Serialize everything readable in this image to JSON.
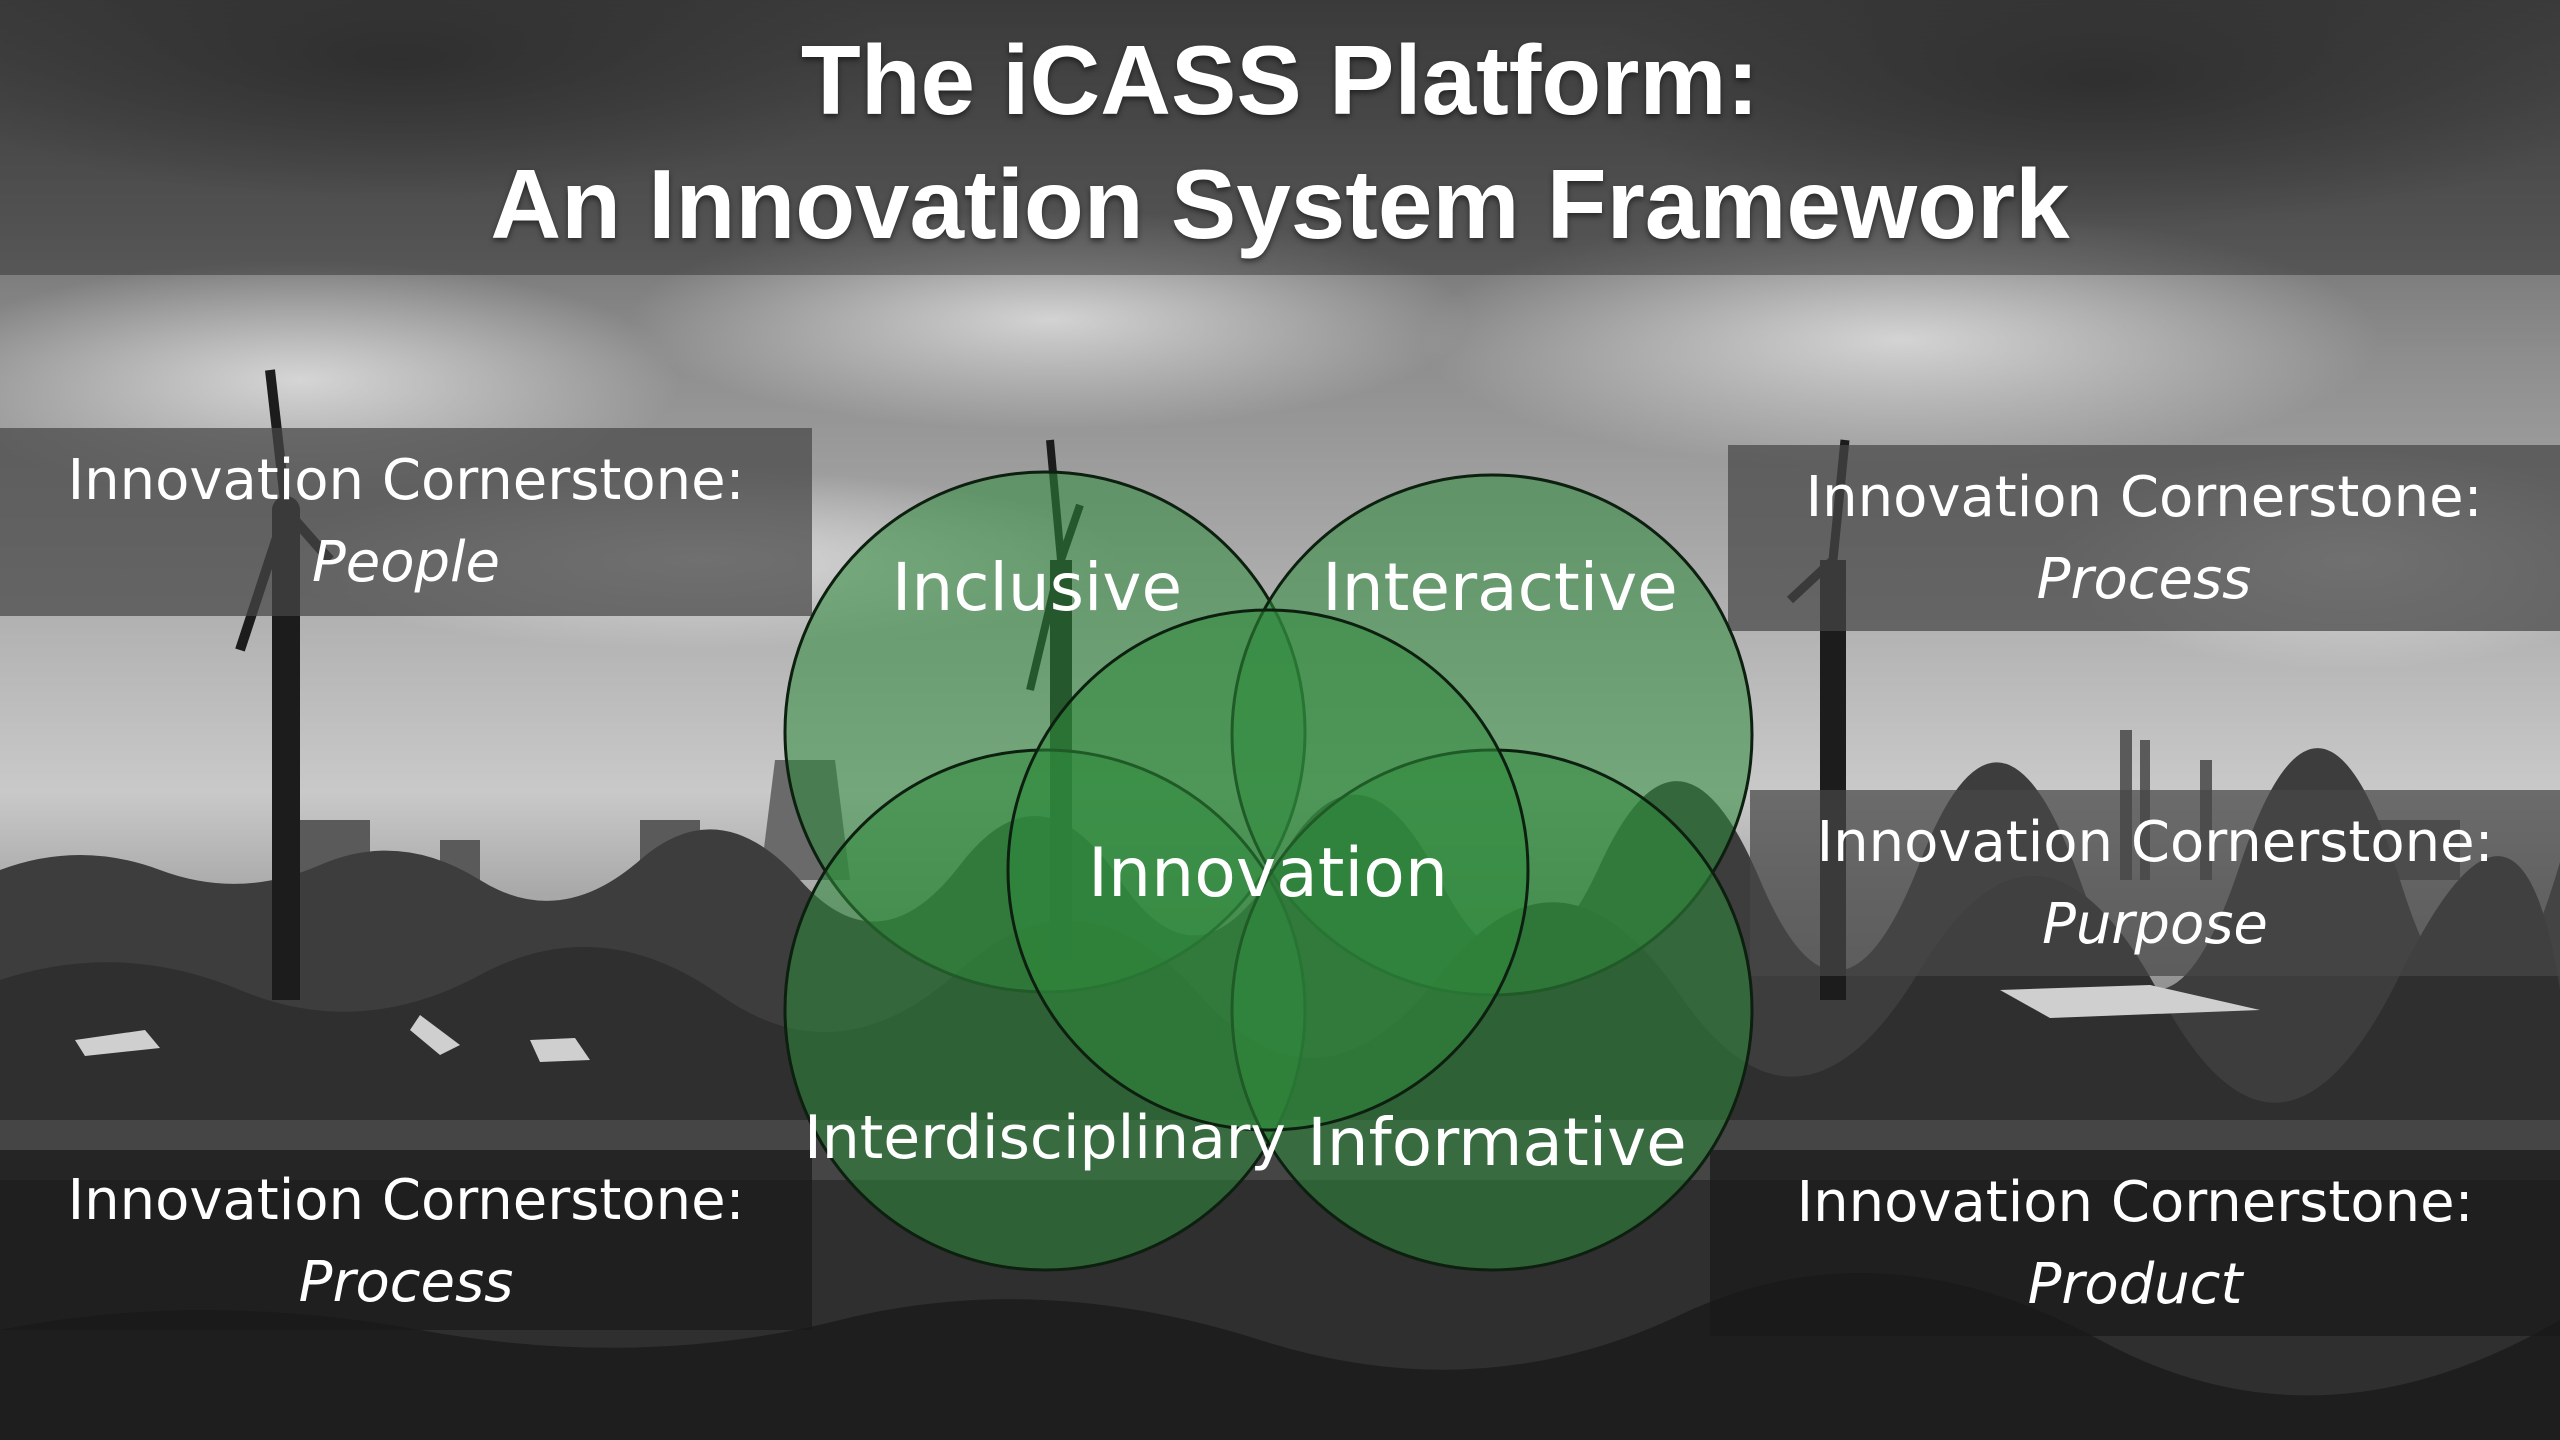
{
  "title": {
    "line1": "The iCASS Platform:",
    "line2": "An Innovation System Framework"
  },
  "cornerstones": [
    {
      "heading": "Innovation Cornerstone:",
      "value": "People"
    },
    {
      "heading": "Innovation Cornerstone:",
      "value": "Process"
    },
    {
      "heading": "Innovation Cornerstone:",
      "value": "Process"
    },
    {
      "heading": "Innovation Cornerstone:",
      "value": "Purpose"
    },
    {
      "heading": "Innovation Cornerstone:",
      "value": "Product"
    }
  ],
  "venn": {
    "center": "Innovation",
    "top_left": "Inclusive",
    "top_right": "Interactive",
    "bottom_left": "Interdisciplinary",
    "bottom_right": "Informative",
    "circle_color": "#2f8a3c"
  },
  "colors": {
    "title_text": "#ffffff",
    "box_text": "#ffffff"
  }
}
